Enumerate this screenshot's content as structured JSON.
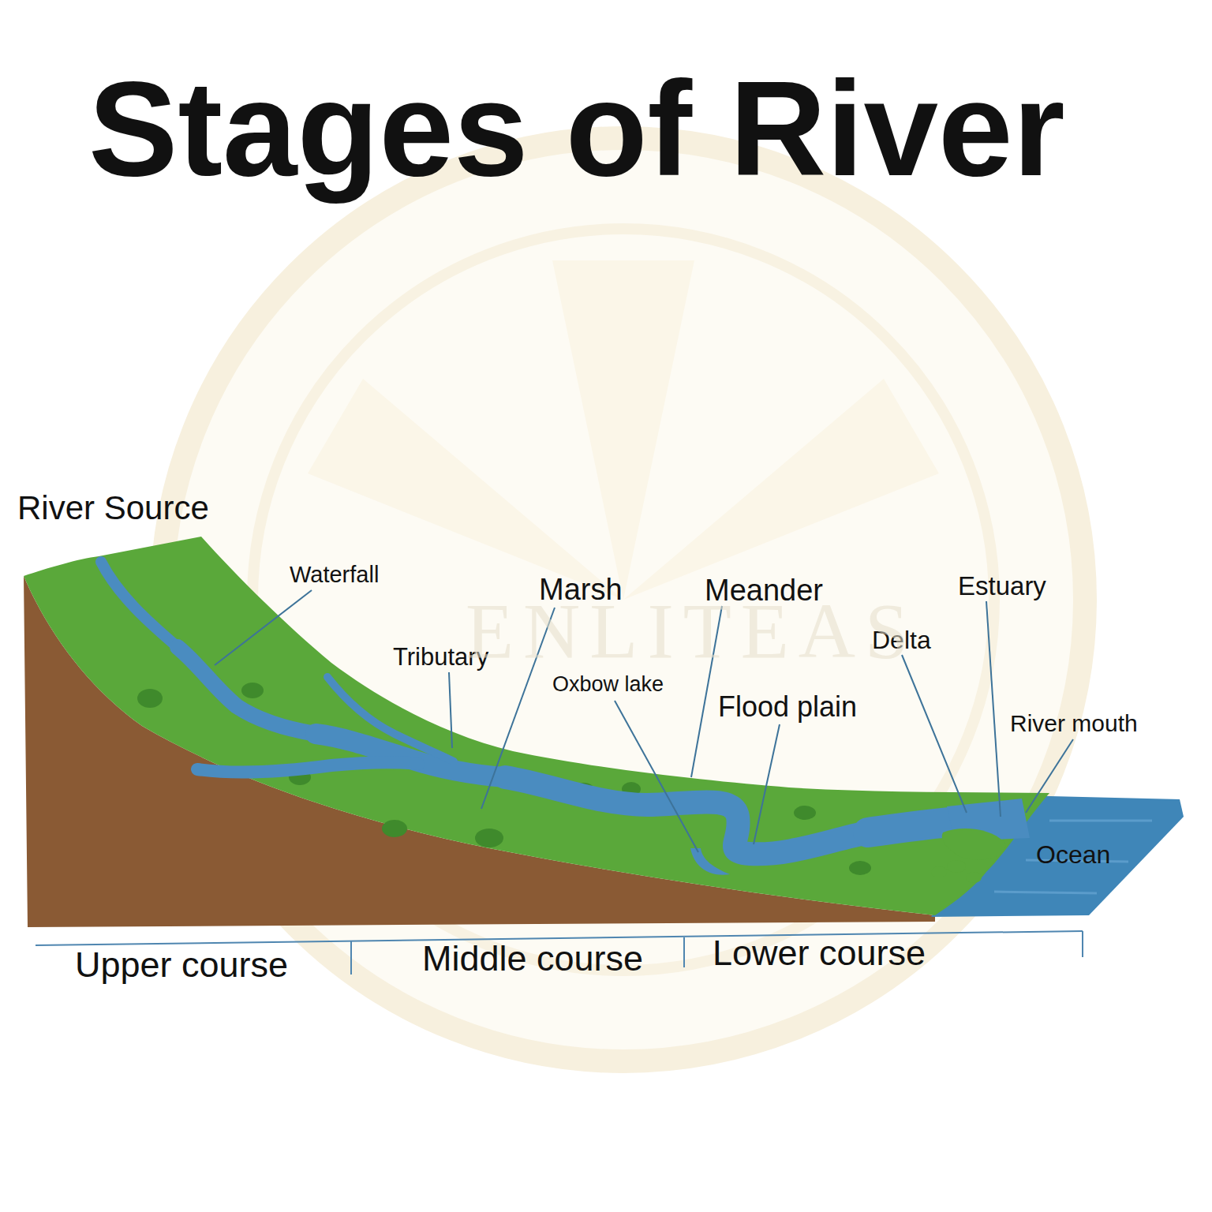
{
  "diagram": {
    "title": "Stages of River",
    "labels": [
      "River Source",
      "Waterfall",
      "Marsh",
      "Meander",
      "Estuary",
      "Delta",
      "Tributary",
      "Oxbow lake",
      "Flood plain",
      "River mouth",
      "Ocean",
      "Upper course",
      "Middle course",
      "Lower course",
      "ENLITEAS"
    ]
  }
}
